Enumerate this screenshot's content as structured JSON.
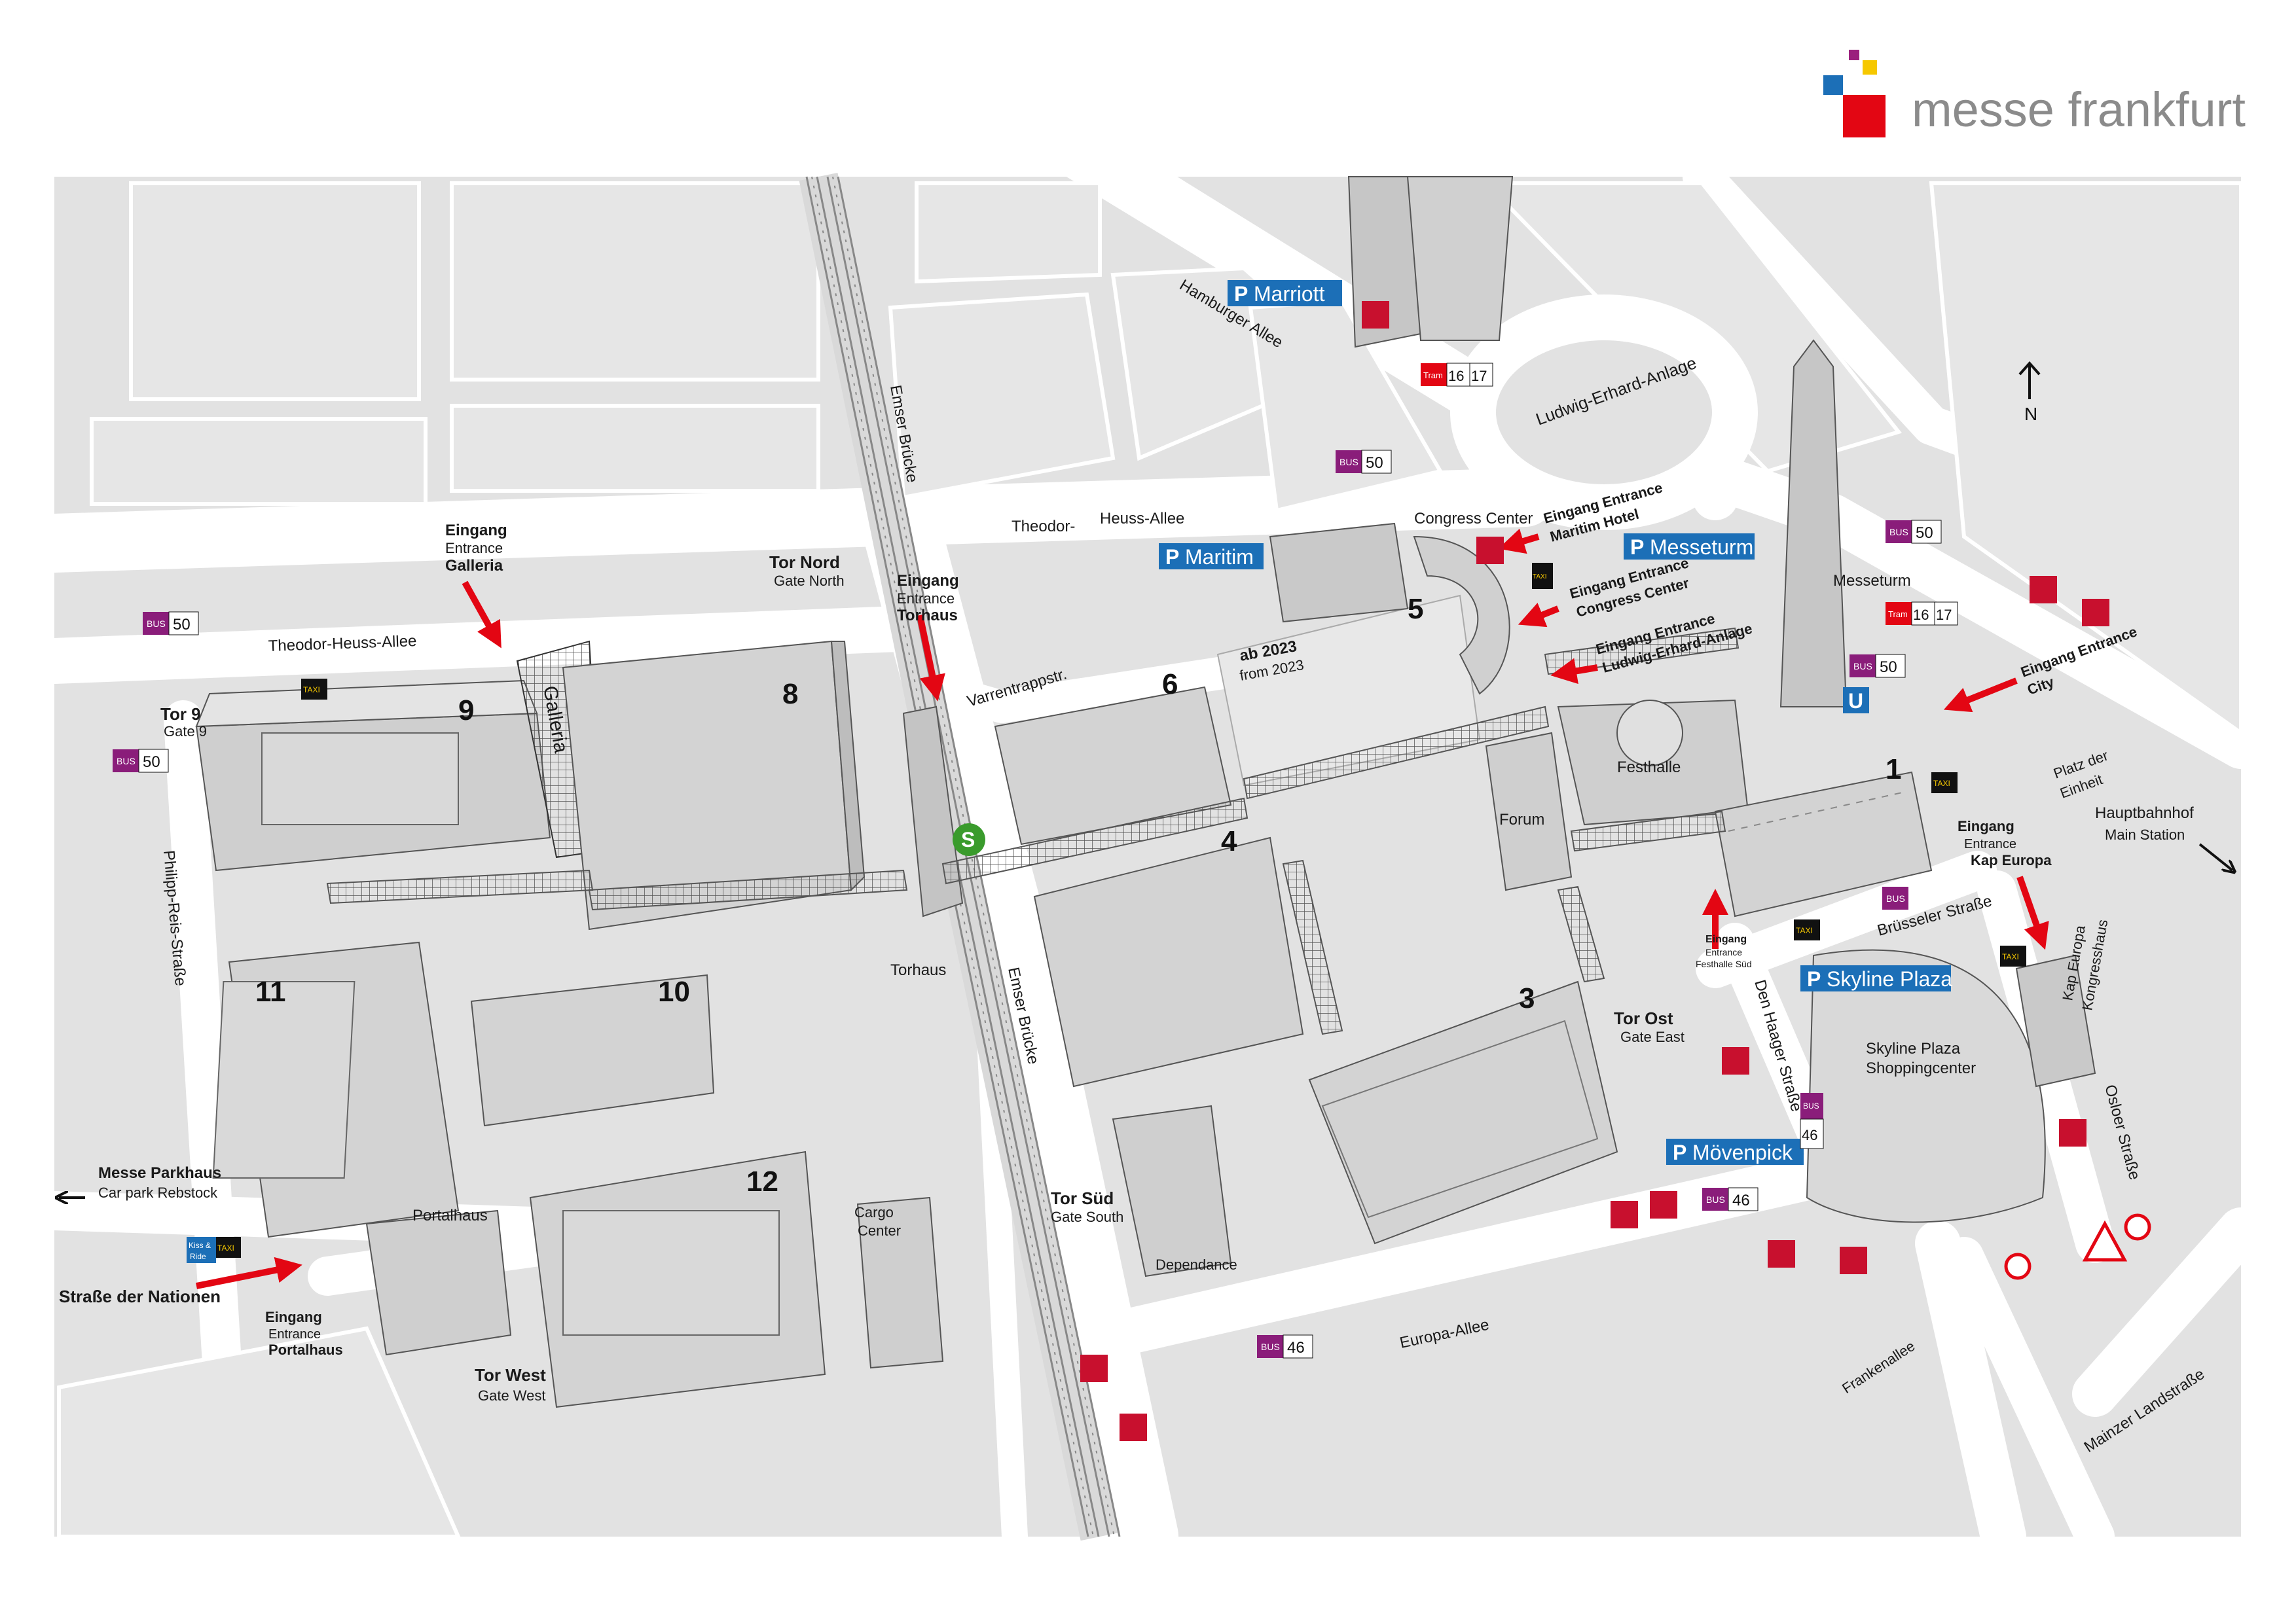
{
  "brand": {
    "name": "messe frankfurt",
    "colors": [
      "#1c6fb7",
      "#e30613",
      "#f6c800",
      "#9b1f7d"
    ]
  },
  "colors": {
    "background": "#e2e2e2",
    "road": "#ffffff",
    "building": "#d2d2d2",
    "arrow": "#e30613",
    "parking": "#1c6fb7",
    "bus": "#8a1d7a",
    "tram": "#e30613",
    "taxi": "#111111",
    "s_bahn": "#3a9b2c",
    "u_bahn": "#1c6fb7"
  },
  "compass": {
    "label": "N"
  },
  "halls": [
    "1",
    "3",
    "4",
    "5",
    "6",
    "8",
    "9",
    "10",
    "11",
    "12"
  ],
  "streets": {
    "hamburger_allee": "Hamburger Allee",
    "theodor_heuss_allee": "Theodor-Heuss-Allee",
    "theodor": "Theodor-",
    "heuss_allee": "Heuss-Allee",
    "emser_bruecke_north": "Emser Brücke",
    "emser_bruecke_south": "Emser Brücke",
    "varrentrappstr": "Varrentrappstr.",
    "philipp_reis": "Philipp-Reis-Straße",
    "strasse_der_nationen": "Straße der Nationen",
    "europa_allee": "Europa-Allee",
    "den_haager": "Den Haager Straße",
    "bruesseler": "Brüsseler Straße",
    "osloer": "Osloer Straße",
    "frankenallee": "Frankenallee",
    "mainzer": "Mainzer Landstraße",
    "ludwig_erhard_anlage": "Ludwig-Erhard-Anlage",
    "platz_der_einheit": [
      "Platz der",
      "Einheit"
    ]
  },
  "places": {
    "galleria": "Galleria",
    "festhalle": "Festhalle",
    "forum": "Forum",
    "torhaus": "Torhaus",
    "portalhaus": "Portalhaus",
    "congress_center": "Congress Center",
    "messeturm": "Messeturm",
    "dependance": "Dependance",
    "cargo_center": [
      "Cargo",
      "Center"
    ],
    "skyline_plaza_center": [
      "Skyline Plaza",
      "Shoppingcenter"
    ],
    "kap_europa_kongresshaus": [
      "Kap Europa",
      "Kongresshaus"
    ],
    "ab_2023": "ab 2023",
    "from_2023": "from 2023",
    "hauptbahnhof": "Hauptbahnhof",
    "main_station": "Main Station",
    "messe_parkhaus": "Messe Parkhaus",
    "car_park_rebstock": "Car park Rebstock"
  },
  "parking": [
    "Marriott",
    "Maritim",
    "Messeturm",
    "Skyline Plaza",
    "Mövenpick"
  ],
  "gates": {
    "tor_nord": [
      "Tor Nord",
      "Gate North"
    ],
    "tor_9": [
      "Tor 9",
      "Gate 9"
    ],
    "tor_west": [
      "Tor West",
      "Gate West"
    ],
    "tor_sued": [
      "Tor Süd",
      "Gate South"
    ],
    "tor_ost": [
      "Tor Ost",
      "Gate East"
    ]
  },
  "entrances": {
    "galleria": [
      "Eingang",
      "Entrance",
      "Galleria"
    ],
    "torhaus": [
      "Eingang",
      "Entrance",
      "Torhaus"
    ],
    "portalhaus": [
      "Eingang",
      "Entrance",
      "Portalhaus"
    ],
    "maritim": [
      "Eingang Entrance",
      "Maritim Hotel"
    ],
    "congress": [
      "Eingang Entrance",
      "Congress Center"
    ],
    "ludwig": [
      "Eingang Entrance",
      "Ludwig-Erhard-Anlage"
    ],
    "city": [
      "Eingang Entrance",
      "City"
    ],
    "kap_europa": [
      "Eingang",
      "Entrance",
      "Kap Europa"
    ],
    "festhalle_sued": [
      "Eingang",
      "Entrance",
      "Festhalle Süd"
    ]
  },
  "transit": {
    "bus_label": "BUS",
    "bus_50": "50",
    "bus_46": "46",
    "tram_label": "Tram",
    "tram_16": "16",
    "tram_17": "17",
    "taxi": "TAXI",
    "s_bahn": "S",
    "u_bahn": "U",
    "kiss_ride": [
      "Kiss &",
      "Ride"
    ]
  }
}
